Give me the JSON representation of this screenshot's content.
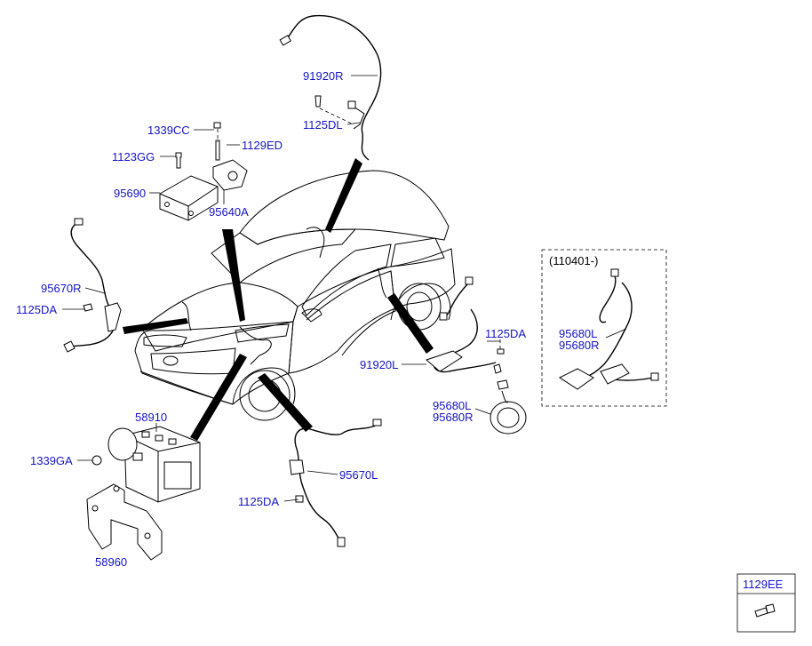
{
  "labels": {
    "p91920R": "91920R",
    "p1125DL": "1125DL",
    "p1339CC": "1339CC",
    "p1129ED": "1129ED",
    "p1123GG": "1123GG",
    "p95690": "95690",
    "p95640A": "95640A",
    "p95670R": "95670R",
    "p1125DA_left": "1125DA",
    "p58910": "58910",
    "p1339GA": "1339GA",
    "p58960": "58960",
    "p95670L": "95670L",
    "p1125DA_bottom": "1125DA",
    "p1125DA_right": "1125DA",
    "p91920L": "91920L",
    "p95680L": "95680L",
    "p95680R": "95680R",
    "inset_95680L": "95680L",
    "inset_95680R": "95680R",
    "p1129EE": "1129EE"
  },
  "inset": {
    "title": "(110401-)"
  }
}
